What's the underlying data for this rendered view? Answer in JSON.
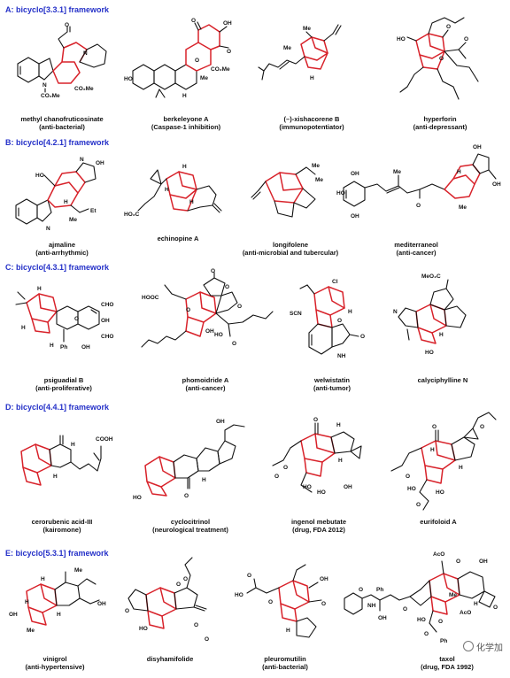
{
  "sections": [
    {
      "title": "A: bicyclo[3.3.1] framework",
      "compounds": [
        {
          "name": "methyl chanofruticosinate",
          "note": "(anti-bacterial)"
        },
        {
          "name": "berkeleyone A",
          "note": "(Caspase-1 inhibition)"
        },
        {
          "name": "(–)-xishacorene B",
          "note": "(immunopotentiator)"
        },
        {
          "name": "hyperforin",
          "note": "(anti-depressant)"
        }
      ]
    },
    {
      "title": "B: bicyclo[4.2.1] framework",
      "compounds": [
        {
          "name": "ajmaline",
          "note": "(anti-arrhythmic)"
        },
        {
          "name": "echinopine A",
          "note": ""
        },
        {
          "name": "longifolene",
          "note": "(anti-microbial and tubercular)"
        },
        {
          "name": "mediterraneol",
          "note": "(anti-cancer)"
        }
      ]
    },
    {
      "title": "C: bicyclo[4.3.1] framework",
      "compounds": [
        {
          "name": "psiguadial B",
          "note": "(anti-proliferative)"
        },
        {
          "name": "phomoidride A",
          "note": "(anti-cancer)"
        },
        {
          "name": "welwistatin",
          "note": "(anti-tumor)"
        },
        {
          "name": "calyciphylline N",
          "note": ""
        }
      ]
    },
    {
      "title": "D: bicyclo[4.4.1] framework",
      "compounds": [
        {
          "name": "cerorubenic acid-III",
          "note": "(kairomone)"
        },
        {
          "name": "cyclocitrinol",
          "note": "(neurological treatment)"
        },
        {
          "name": "ingenol mebutate",
          "note": "(drug, FDA 2012)"
        },
        {
          "name": "eurifoloid A",
          "note": ""
        }
      ]
    },
    {
      "title": "E: bicyclo[5.3.1] framework",
      "compounds": [
        {
          "name": "vinigrol",
          "note": "(anti-hypertensive)"
        },
        {
          "name": "disyhamifolide",
          "note": ""
        },
        {
          "name": "pleuromutilin",
          "note": "(anti-bacterial)"
        },
        {
          "name": "taxol",
          "note": "(drug, FDA 1992)"
        }
      ]
    }
  ],
  "atom_labels": {
    "chanofruticosinate": [
      "O",
      "N",
      "N",
      "CO₂Me",
      "CO₂Me"
    ],
    "berkeleyone": [
      "O",
      "OH",
      "O",
      "CO₂Me",
      "HO",
      "Me",
      "H",
      "O"
    ],
    "xishacorene": [
      "Me",
      "Me",
      "H"
    ],
    "hyperforin": [
      "HO",
      "O",
      "O",
      "O"
    ],
    "ajmaline": [
      "HO",
      "N",
      "OH",
      "H",
      "N",
      "Me",
      "Et"
    ],
    "echinopine": [
      "H",
      "HO₂C",
      "H",
      "H"
    ],
    "longifolene": [
      "Me",
      "Me"
    ],
    "mediterraneol": [
      "OH",
      "OH",
      "Me",
      "O",
      "HO",
      "OH",
      "H",
      "Me"
    ],
    "psiguadial": [
      "H",
      "CHO",
      "H",
      "O",
      "OH",
      "CHO",
      "H",
      "Ph",
      "OH"
    ],
    "phomoidride": [
      "O",
      "O",
      "O",
      "HOOC",
      "O",
      "OH",
      "O",
      "HO",
      "OH",
      "O"
    ],
    "welwistatin": [
      "Cl",
      "H",
      "SCN",
      "O",
      "NH",
      "O"
    ],
    "calyciphylline": [
      "MeO₂C",
      "N",
      "H",
      "HO"
    ],
    "cerorubenic": [
      "COOH",
      "H",
      "H"
    ],
    "cyclocitrinol": [
      "OH",
      "H",
      "HO",
      "O"
    ],
    "ingenol": [
      "H",
      "O",
      "H",
      "O",
      "HO",
      "HO",
      "OH",
      "O"
    ],
    "eurifoloid": [
      "O",
      "O",
      "H",
      "O",
      "HO",
      "HO",
      "O",
      "H"
    ],
    "vinigrol": [
      "H",
      "Me",
      "H",
      "OH",
      "OH",
      "Me",
      "H"
    ],
    "disyhamifolide": [
      "O",
      "O",
      "O",
      "HO",
      "O",
      "O"
    ],
    "pleuromutilin": [
      "O",
      "HO",
      "O",
      "OH",
      "O",
      "H"
    ],
    "taxol": [
      "AcO",
      "O",
      "OH",
      "O",
      "NH",
      "Ph",
      "O",
      "Me",
      "OH",
      "HO",
      "O",
      "AcO",
      "H",
      "O",
      "Ph",
      "O"
    ]
  },
  "watermark": "化学加"
}
